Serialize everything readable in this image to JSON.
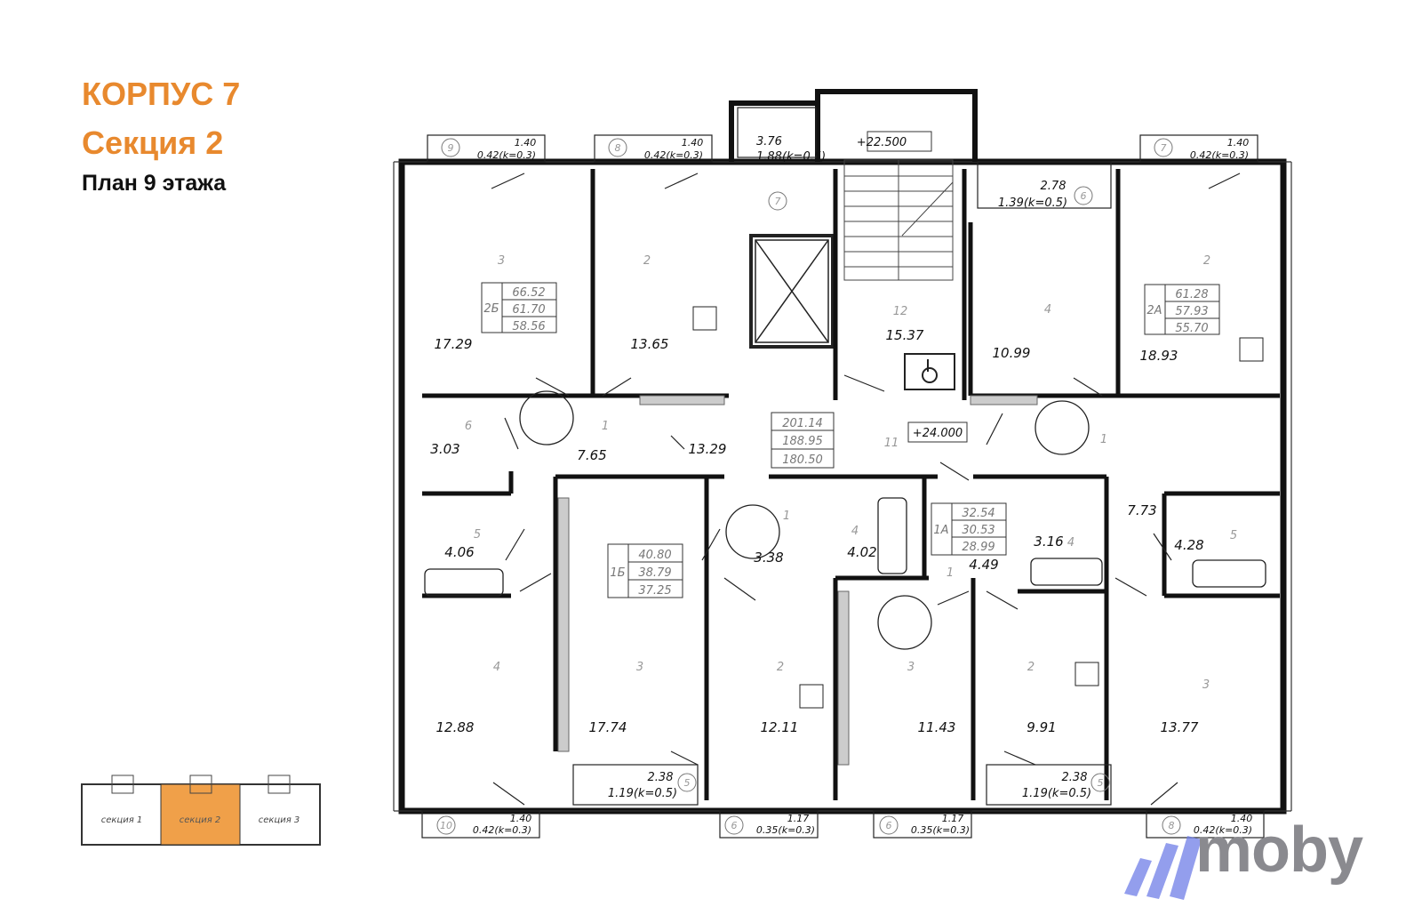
{
  "header": {
    "building": "КОРПУС 7",
    "section": "Секция 2",
    "floor_plan": "План 9 этажа"
  },
  "plan": {
    "levels": [
      "+22.500",
      "+24.000"
    ],
    "apartments": [
      {
        "code": "2Б",
        "areas": [
          "66.52",
          "61.70",
          "58.56"
        ]
      },
      {
        "code": "2А",
        "areas": [
          "61.28",
          "57.93",
          "55.70"
        ]
      },
      {
        "code": "1Б",
        "areas": [
          "40.80",
          "38.79",
          "37.25"
        ]
      },
      {
        "code": "1А",
        "areas": [
          "32.54",
          "30.53",
          "28.99"
        ]
      }
    ],
    "common_areas": [
      "201.14",
      "188.95",
      "180.50"
    ],
    "rooms": [
      {
        "area": "17.29",
        "num": "3"
      },
      {
        "area": "13.65",
        "num": "2"
      },
      {
        "area": "15.37",
        "num": "12"
      },
      {
        "area": "10.99",
        "num": "4"
      },
      {
        "area": "18.93",
        "num": "2"
      },
      {
        "area": "3.03",
        "num": "6"
      },
      {
        "area": "7.65",
        "num": "1"
      },
      {
        "area": "13.29",
        "num": ""
      },
      {
        "area": "7.73",
        "num": "1"
      },
      {
        "area": "4.06",
        "num": "5"
      },
      {
        "area": "3.38",
        "num": "1"
      },
      {
        "area": "4.02",
        "num": "4"
      },
      {
        "area": "3.16",
        "num": "4"
      },
      {
        "area": "4.49",
        "num": "1"
      },
      {
        "area": "4.28",
        "num": "5"
      },
      {
        "area": "12.88",
        "num": "4"
      },
      {
        "area": "17.74",
        "num": "3"
      },
      {
        "area": "12.11",
        "num": "2"
      },
      {
        "area": "11.43",
        "num": "3"
      },
      {
        "area": "9.91",
        "num": "2"
      },
      {
        "area": "13.77",
        "num": "3"
      }
    ],
    "balconies": [
      {
        "num": "9",
        "size": "1.40",
        "area": "0.42(k=0.3)"
      },
      {
        "num": "8",
        "size": "1.40",
        "area": "0.42(k=0.3)"
      },
      {
        "num": "7",
        "size": "3.76",
        "area": "1.88(k=0.5)"
      },
      {
        "num": "6",
        "size": "2.78",
        "area": "1.39(k=0.5)"
      },
      {
        "num": "7",
        "size": "1.40",
        "area": "0.42(k=0.3)"
      },
      {
        "num": "5",
        "size": "2.38",
        "area": "1.19(k=0.5)"
      },
      {
        "num": "5",
        "size": "2.38",
        "area": "1.19(k=0.5)"
      },
      {
        "num": "10",
        "size": "1.40",
        "area": "0.42(k=0.3)"
      },
      {
        "num": "6",
        "size": "1.17",
        "area": "0.35(k=0.3)"
      },
      {
        "num": "6",
        "size": "1.17",
        "area": "0.35(k=0.3)"
      },
      {
        "num": "8",
        "size": "1.40",
        "area": "0.42(k=0.3)"
      }
    ],
    "lobby_num": "11"
  },
  "key_plan": {
    "sections": [
      "секция 1",
      "секция 2",
      "секция 3"
    ],
    "active_color": "#f0a049"
  },
  "logo": {
    "text": "moby",
    "color": "#8a8a8f",
    "mark_color": "#6f7ee8"
  },
  "colors": {
    "accent": "#e8892e"
  }
}
